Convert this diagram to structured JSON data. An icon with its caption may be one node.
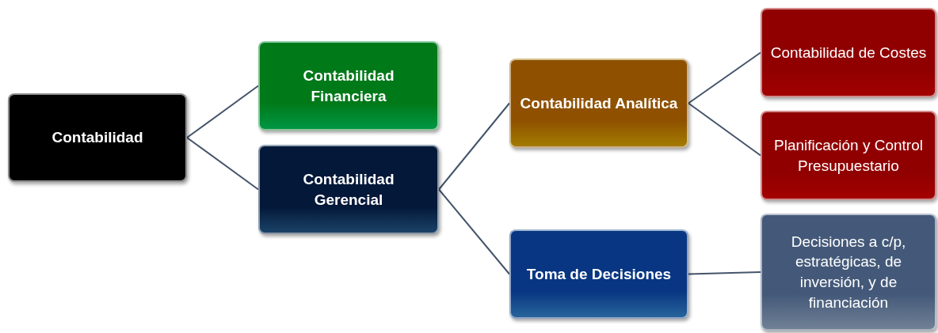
{
  "diagram": {
    "nodes": [
      {
        "text": [
          "Contabilidad"
        ]
      },
      {
        "text": [
          "Contabilidad Financiera"
        ]
      },
      {
        "text": [
          "Contabilidad Gerencial"
        ]
      },
      {
        "text": [
          "Contabilidad Analítica"
        ]
      },
      {
        "text": [
          "Toma de Decisiones"
        ]
      },
      {
        "text": [
          "Contabilidad de Costes"
        ]
      },
      {
        "text": [
          "Planificación y Control Presupuestario"
        ]
      },
      {
        "text": [
          "Decisiones a c/p, estratégicas, de inversión, y de financiación"
        ]
      }
    ],
    "edges": [
      {
        "from": 0,
        "to": 1,
        "arrow": "none"
      },
      {
        "from": 0,
        "to": 2,
        "arrow": "none"
      },
      {
        "from": 2,
        "to": 3,
        "arrow": "none"
      },
      {
        "from": 2,
        "to": 4,
        "arrow": "none"
      },
      {
        "from": 3,
        "to": 5,
        "arrow": "none"
      },
      {
        "from": 3,
        "to": 6,
        "arrow": "none"
      },
      {
        "from": 4,
        "to": 7,
        "arrow": "none"
      }
    ]
  }
}
